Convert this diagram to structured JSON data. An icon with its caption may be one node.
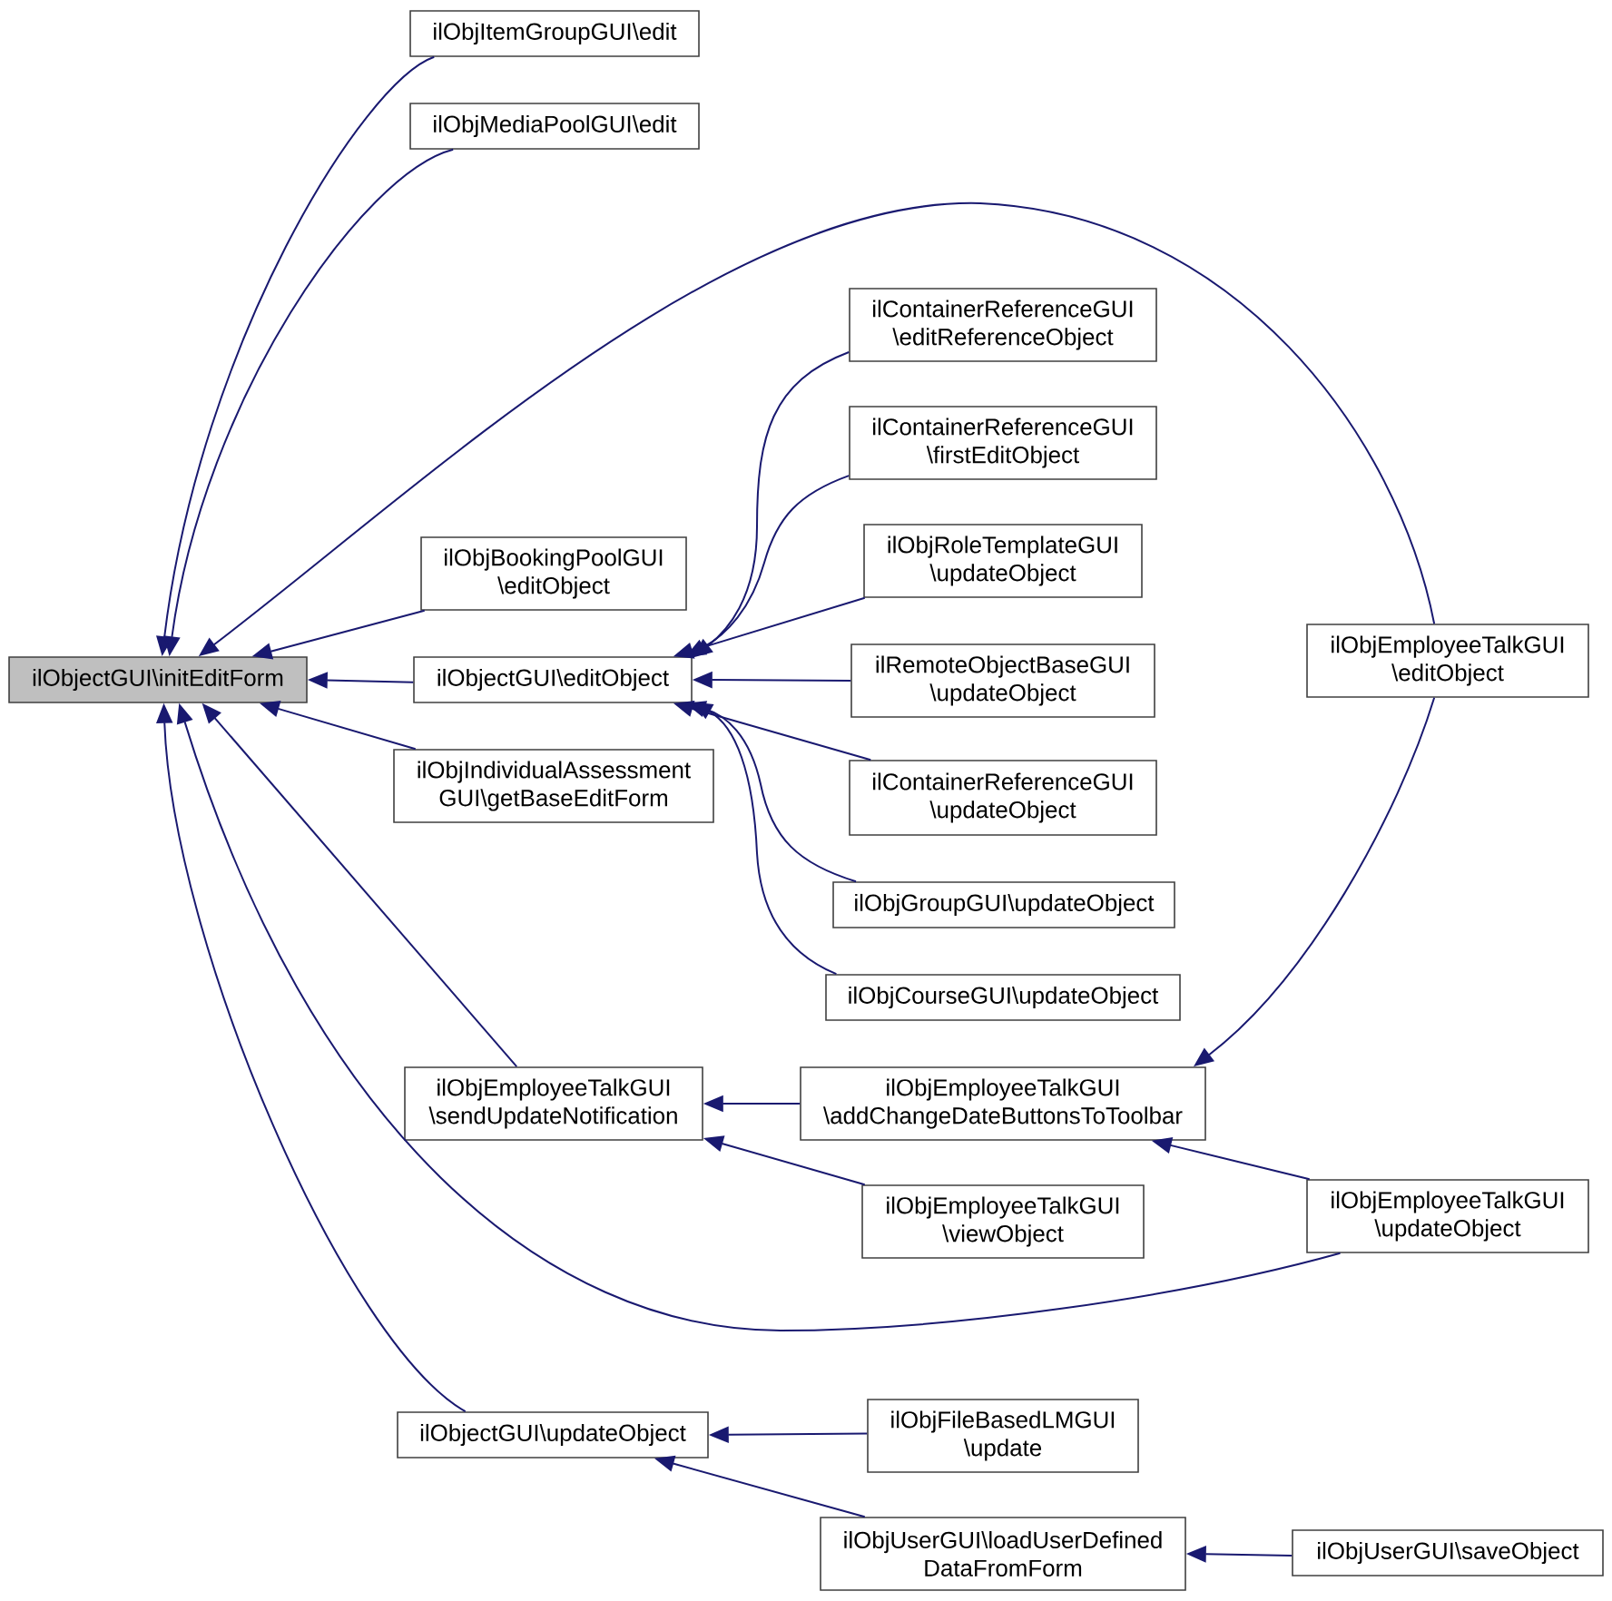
{
  "diagram": {
    "nodes": [
      {
        "text": [
          "ilObjectGUI\\initEditForm"
        ]
      },
      {
        "text": [
          "ilObjItemGroupGUI\\edit"
        ]
      },
      {
        "text": [
          "ilObjMediaPoolGUI\\edit"
        ]
      },
      {
        "text": [
          "ilObjBookingPoolGUI \\editObject"
        ]
      },
      {
        "text": [
          "ilObjectGUI\\editObject"
        ]
      },
      {
        "text": [
          "ilObjIndividualAssessment GUI\\getBaseEditForm"
        ]
      },
      {
        "text": [
          "ilObjEmployeeTalkGUI \\sendUpdateNotification"
        ]
      },
      {
        "text": [
          "ilObjectGUI\\updateObject"
        ]
      },
      {
        "text": [
          "ilContainerReferenceGUI \\editReferenceObject"
        ]
      },
      {
        "text": [
          "ilContainerReferenceGUI \\firstEditObject"
        ]
      },
      {
        "text": [
          "ilObjRoleTemplateGUI \\updateObject"
        ]
      },
      {
        "text": [
          "ilRemoteObjectBaseGUI \\updateObject"
        ]
      },
      {
        "text": [
          "ilContainerReferenceGUI \\updateObject"
        ]
      },
      {
        "text": [
          "ilObjGroupGUI\\updateObject"
        ]
      },
      {
        "text": [
          "ilObjCourseGUI\\updateObject"
        ]
      },
      {
        "text": [
          "ilObjEmployeeTalkGUI \\addChangeDateButtonsToToolbar"
        ]
      },
      {
        "text": [
          "ilObjEmployeeTalkGUI \\viewObject"
        ]
      },
      {
        "text": [
          "ilObjFileBasedLMGUI \\update"
        ]
      },
      {
        "text": [
          "ilObjUserGUI\\loadUserDefined DataFromForm"
        ]
      },
      {
        "text": [
          "ilObjEmployeeTalkGUI \\editObject"
        ]
      },
      {
        "text": [
          "ilObjEmployeeTalkGUI \\updateObject"
        ]
      },
      {
        "text": [
          "ilObjUserGUI\\saveObject"
        ]
      }
    ],
    "edges": [
      {
        "from": 1,
        "to": 0,
        "arrow": "to"
      },
      {
        "from": 2,
        "to": 0,
        "arrow": "to"
      },
      {
        "from": 19,
        "to": 0,
        "arrow": "to"
      },
      {
        "from": 3,
        "to": 0,
        "arrow": "to"
      },
      {
        "from": 4,
        "to": 0,
        "arrow": "to"
      },
      {
        "from": 5,
        "to": 0,
        "arrow": "to"
      },
      {
        "from": 6,
        "to": 0,
        "arrow": "to"
      },
      {
        "from": 20,
        "to": 0,
        "arrow": "to"
      },
      {
        "from": 7,
        "to": 0,
        "arrow": "to"
      },
      {
        "from": 8,
        "to": 4,
        "arrow": "to"
      },
      {
        "from": 9,
        "to": 4,
        "arrow": "to"
      },
      {
        "from": 10,
        "to": 4,
        "arrow": "to"
      },
      {
        "from": 11,
        "to": 4,
        "arrow": "to"
      },
      {
        "from": 12,
        "to": 4,
        "arrow": "to"
      },
      {
        "from": 13,
        "to": 4,
        "arrow": "to"
      },
      {
        "from": 14,
        "to": 4,
        "arrow": "to"
      },
      {
        "from": 15,
        "to": 6,
        "arrow": "to"
      },
      {
        "from": 16,
        "to": 6,
        "arrow": "to"
      },
      {
        "from": 19,
        "to": 15,
        "arrow": "to"
      },
      {
        "from": 20,
        "to": 15,
        "arrow": "to"
      },
      {
        "from": 17,
        "to": 7,
        "arrow": "to"
      },
      {
        "from": 18,
        "to": 7,
        "arrow": "to"
      },
      {
        "from": 21,
        "to": 18,
        "arrow": "to"
      }
    ]
  }
}
